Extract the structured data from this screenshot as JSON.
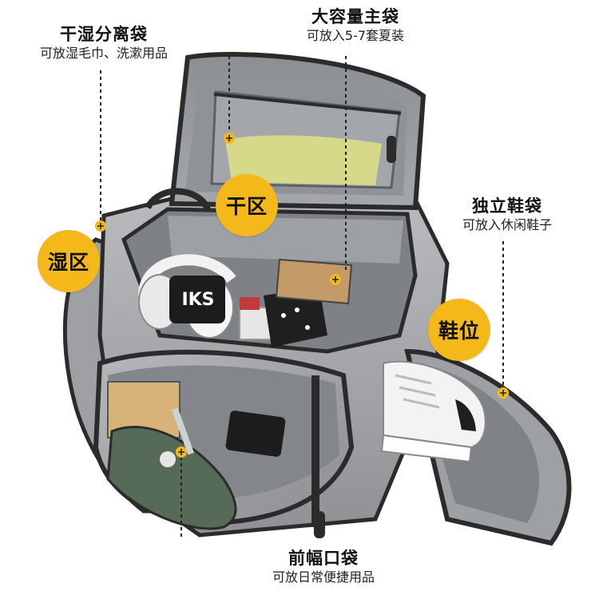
{
  "callouts": {
    "dry_wet": {
      "title": "干湿分离袋",
      "subtitle": "可放湿毛巾、洗漱用品"
    },
    "main": {
      "title": "大容量主袋",
      "subtitle": "可放入5-7套夏装"
    },
    "shoe": {
      "title": "独立鞋袋",
      "subtitle": "可放入休闲鞋子"
    },
    "front": {
      "title": "前幅口袋",
      "subtitle": "可放日常便捷用品"
    }
  },
  "badges": {
    "dry": "干区",
    "wet": "湿区",
    "shoe": "鞋位"
  },
  "colors": {
    "badge": "#f5b81b",
    "bag_body": "#a7a9ac",
    "bag_trim": "#2b2b2b",
    "lining": "#8e9296",
    "towel": "#d6d98a",
    "umbrella": "#556b57"
  },
  "headphone_text": "IKS",
  "icons": [
    "plus-marker-icon"
  ]
}
